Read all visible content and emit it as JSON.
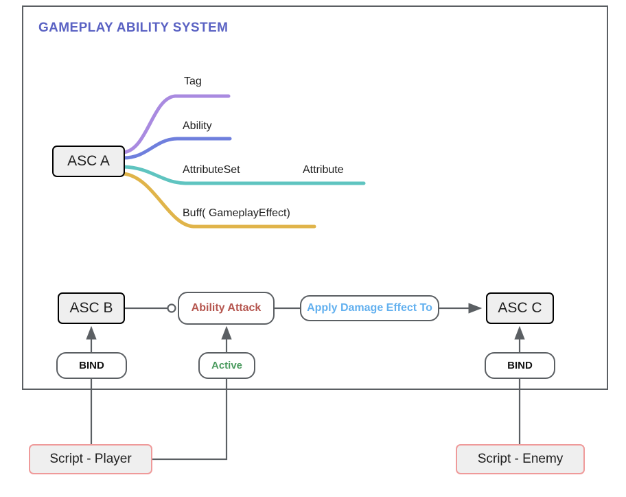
{
  "diagram": {
    "title": "GAMEPLAY ABILITY SYSTEM",
    "title_color": "#5a62c3",
    "frame_border_color": "#5b5f63"
  },
  "mindmap": {
    "root": {
      "label": "ASC  A"
    },
    "branches": [
      {
        "label": "Tag",
        "color": "#a98ae0"
      },
      {
        "label": "Ability",
        "color": "#6f7fdd"
      },
      {
        "label": "AttributeSet",
        "color": "#5fc4c0",
        "sub_label": "Attribute"
      },
      {
        "label": "Buff( GameplayEffect)",
        "color": "#e0b44a"
      }
    ],
    "sub_label": "Attribute"
  },
  "flow": {
    "nodes": {
      "asc_b": "ASC B",
      "ability_attack": "Ability Attack",
      "apply_damage": "Apply Damage Effect To",
      "asc_c": "ASC C",
      "bind_left": "BIND",
      "active": "Active",
      "bind_right": "BIND",
      "script_player": "Script - Player",
      "script_enemy": "Script - Enemy"
    },
    "colors": {
      "ability_attack": "#b5564f",
      "apply_damage": "#62b0ef",
      "active": "#4b9b5f",
      "bind": "#111111",
      "script_border": "#ef9a9a",
      "connector": "#5b5f63"
    }
  }
}
